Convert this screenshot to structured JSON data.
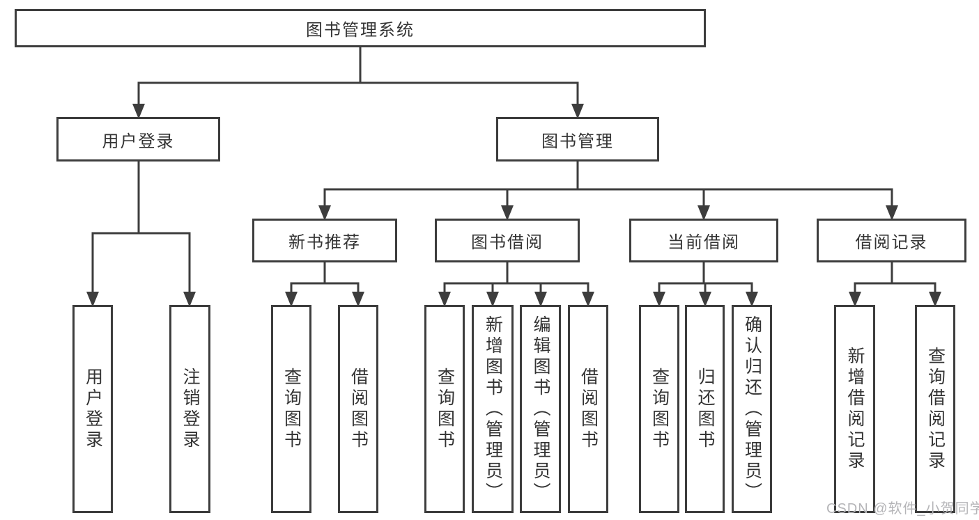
{
  "diagram": {
    "root_label": "图书管理系统",
    "user_login": {
      "label": "用户登录",
      "children": [
        "用户登录",
        "注销登录"
      ]
    },
    "book_management": {
      "label": "图书管理",
      "sections": [
        {
          "label": "新书推荐",
          "children": [
            "查询图书",
            "借阅图书"
          ]
        },
        {
          "label": "图书借阅",
          "children": [
            "查询图书",
            "新增图书（管理员）",
            "编辑图书（管理员）",
            "借阅图书"
          ]
        },
        {
          "label": "当前借阅",
          "children": [
            "查询图书",
            "归还图书",
            "确认归还（管理员）"
          ]
        },
        {
          "label": "借阅记录",
          "children": [
            "新增借阅记录",
            "查询借阅记录"
          ]
        }
      ]
    }
  },
  "watermark": "CSDN @软件_小贺同学",
  "colors": {
    "line": "#3d3d3d",
    "text": "#333333",
    "watermark": "#b5b5b8",
    "background": "#ffffff"
  }
}
